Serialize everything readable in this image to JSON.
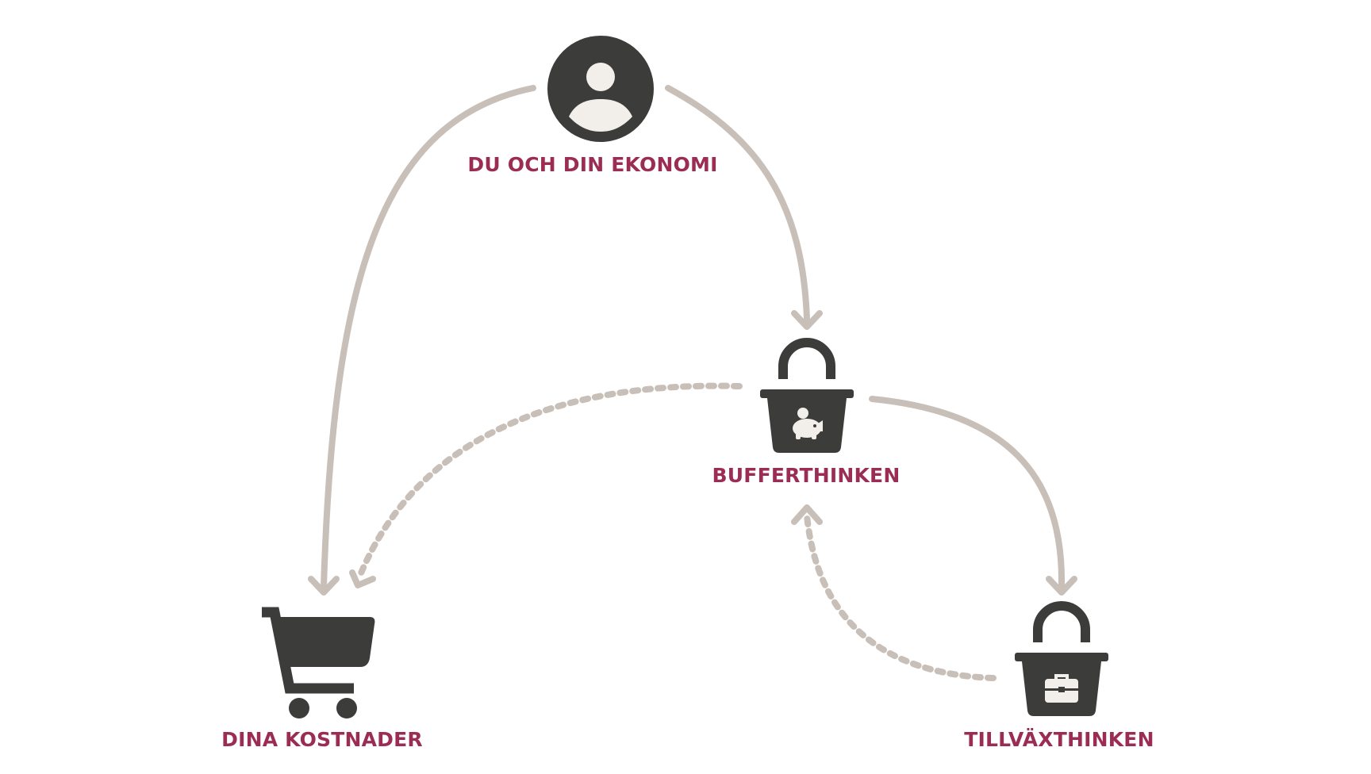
{
  "colors": {
    "label": "#9b2d55",
    "icon": "#3c3c3b",
    "connector": "#c8c0b8",
    "icon_detail": "#f2efea"
  },
  "nodes": {
    "du_och_din_ekonomi": {
      "label": "DU OCH DIN EKONOMI",
      "icon": "user-icon"
    },
    "bufferthinken": {
      "label": "BUFFERTHINKEN",
      "icon": "basket-piggy-bank-icon"
    },
    "dina_kostnader": {
      "label": "DINA KOSTNADER",
      "icon": "shopping-cart-icon"
    },
    "tillvaxthinken": {
      "label": "TILLVÄXTHINKEN",
      "icon": "basket-briefcase-icon"
    }
  },
  "edges": [
    {
      "from": "du_och_din_ekonomi",
      "to": "dina_kostnader",
      "style": "solid"
    },
    {
      "from": "du_och_din_ekonomi",
      "to": "bufferthinken",
      "style": "solid"
    },
    {
      "from": "bufferthinken",
      "to": "tillvaxthinken",
      "style": "solid"
    },
    {
      "from": "bufferthinken",
      "to": "dina_kostnader",
      "style": "dotted"
    },
    {
      "from": "tillvaxthinken",
      "to": "bufferthinken",
      "style": "dotted"
    }
  ]
}
